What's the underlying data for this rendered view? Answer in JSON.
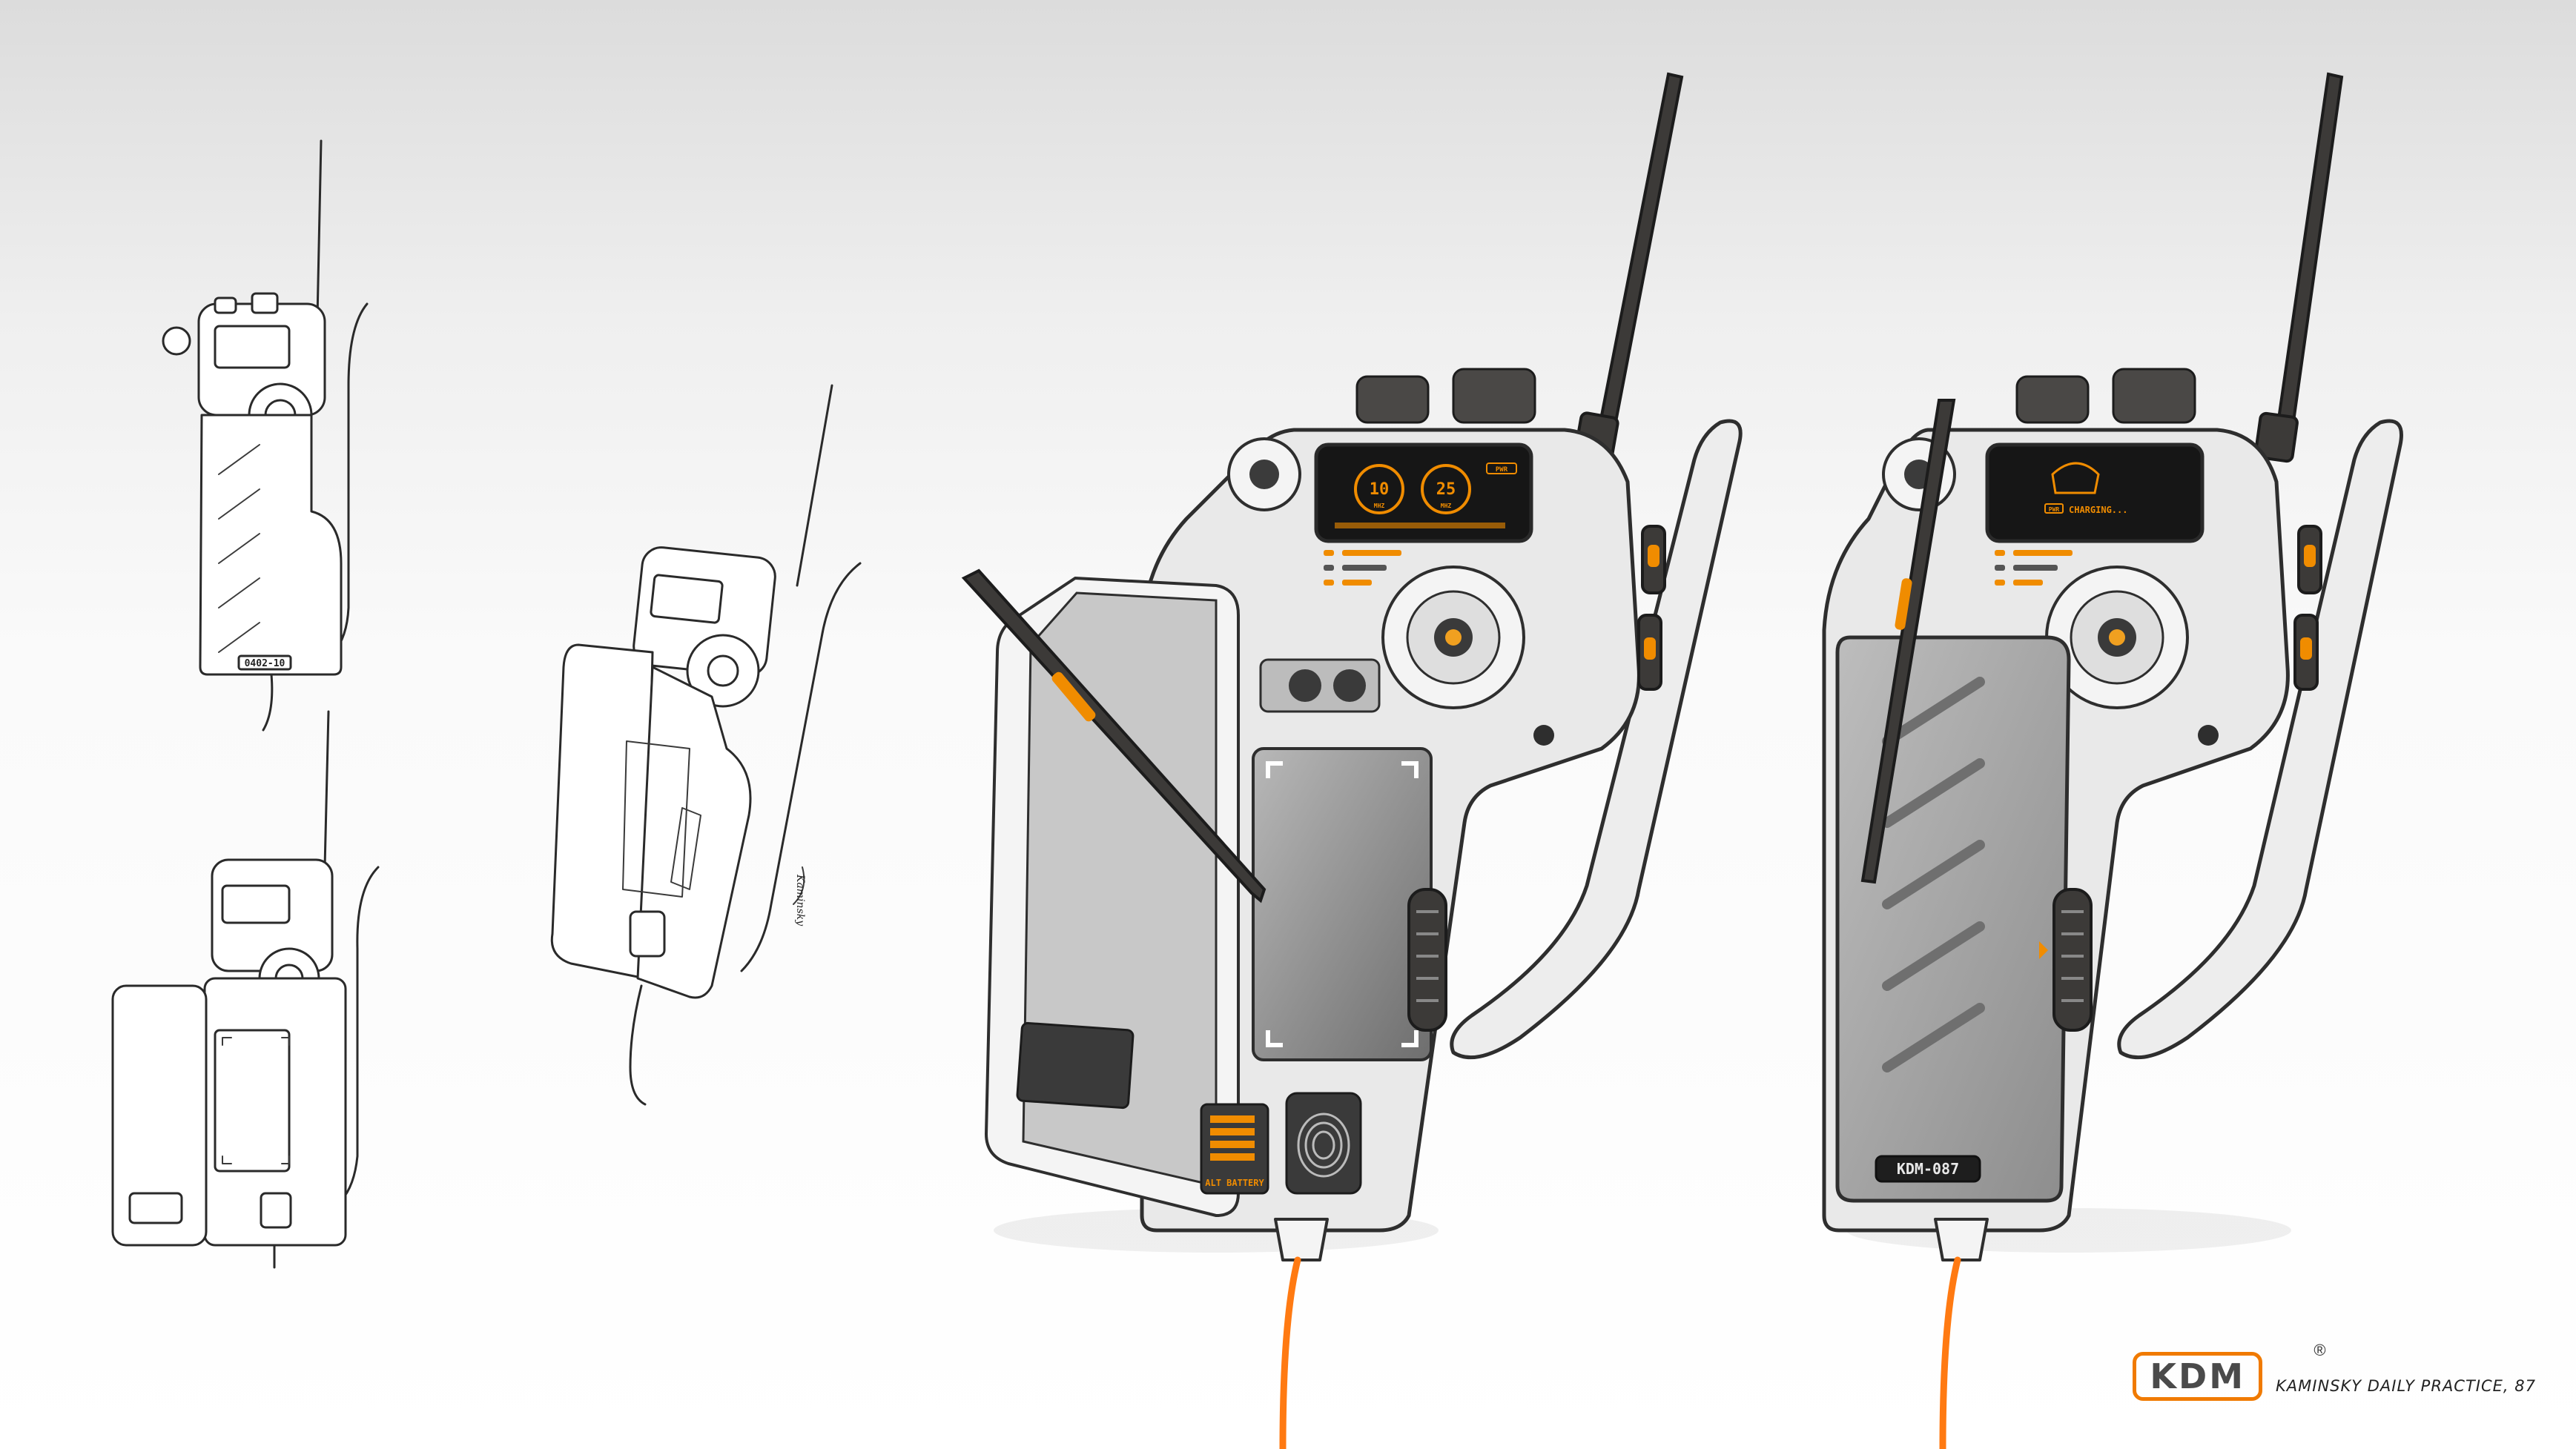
{
  "artwork": {
    "subject": "handheld radio device concept sheet",
    "palette": {
      "background_top": "#dcdcdc",
      "background_bottom": "#ffffff",
      "device_body": "#e9e9e9",
      "device_panel": "#a8a8a8",
      "accent_orange": "#f08c00",
      "cable": "#ff7a12",
      "screen": "#161616",
      "knob": "#4a4846"
    }
  },
  "sketches": {
    "sketch_1_plate": "0402-10",
    "sketch_3_signature": "Kaminsky"
  },
  "device_open": {
    "screen_gauge_left": "10",
    "screen_gauge_right": "25",
    "screen_gauge_unit": "MHZ",
    "screen_badge": "PWR",
    "battery_label": "ALT BATTERY"
  },
  "device_closed": {
    "screen_badge": "PWR",
    "screen_status": "CHARGING...",
    "name_plate": "KDM-087"
  },
  "brand": {
    "logo_text": "KDM",
    "registered_mark": "®",
    "caption": "KAMINSKY DAILY PRACTICE, 87"
  }
}
